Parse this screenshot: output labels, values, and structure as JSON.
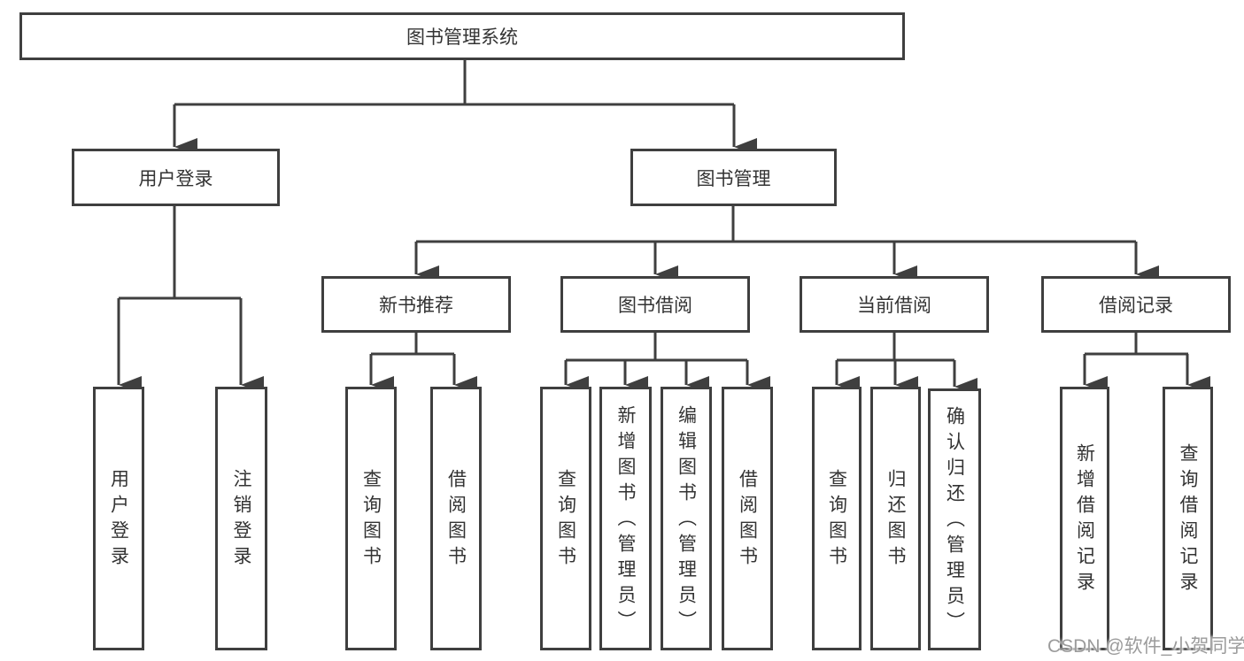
{
  "diagram": {
    "root": {
      "label": "图书管理系统"
    },
    "level2": [
      {
        "label": "用户登录"
      },
      {
        "label": "图书管理"
      }
    ],
    "level3": [
      {
        "label": "新书推荐"
      },
      {
        "label": "图书借阅"
      },
      {
        "label": "当前借阅"
      },
      {
        "label": "借阅记录"
      }
    ],
    "leaves": {
      "user_login": [
        "用户登录",
        "注销登录"
      ],
      "new_books": [
        "查询图书",
        "借阅图书"
      ],
      "book_borrow": [
        "查询图书",
        "新增图书（管理员）",
        "编辑图书（管理员）",
        "借阅图书"
      ],
      "current_borrow": [
        "查询图书",
        "归还图书",
        "确认归还（管理员）"
      ],
      "borrow_records": [
        "新增借阅记录",
        "查询借阅记录"
      ]
    }
  },
  "watermark": "CSDN @软件_小贺同学",
  "colors": {
    "line": "#3f3f3f",
    "text": "#333333",
    "watermark": "#9b9b9b",
    "background": "#ffffff"
  }
}
